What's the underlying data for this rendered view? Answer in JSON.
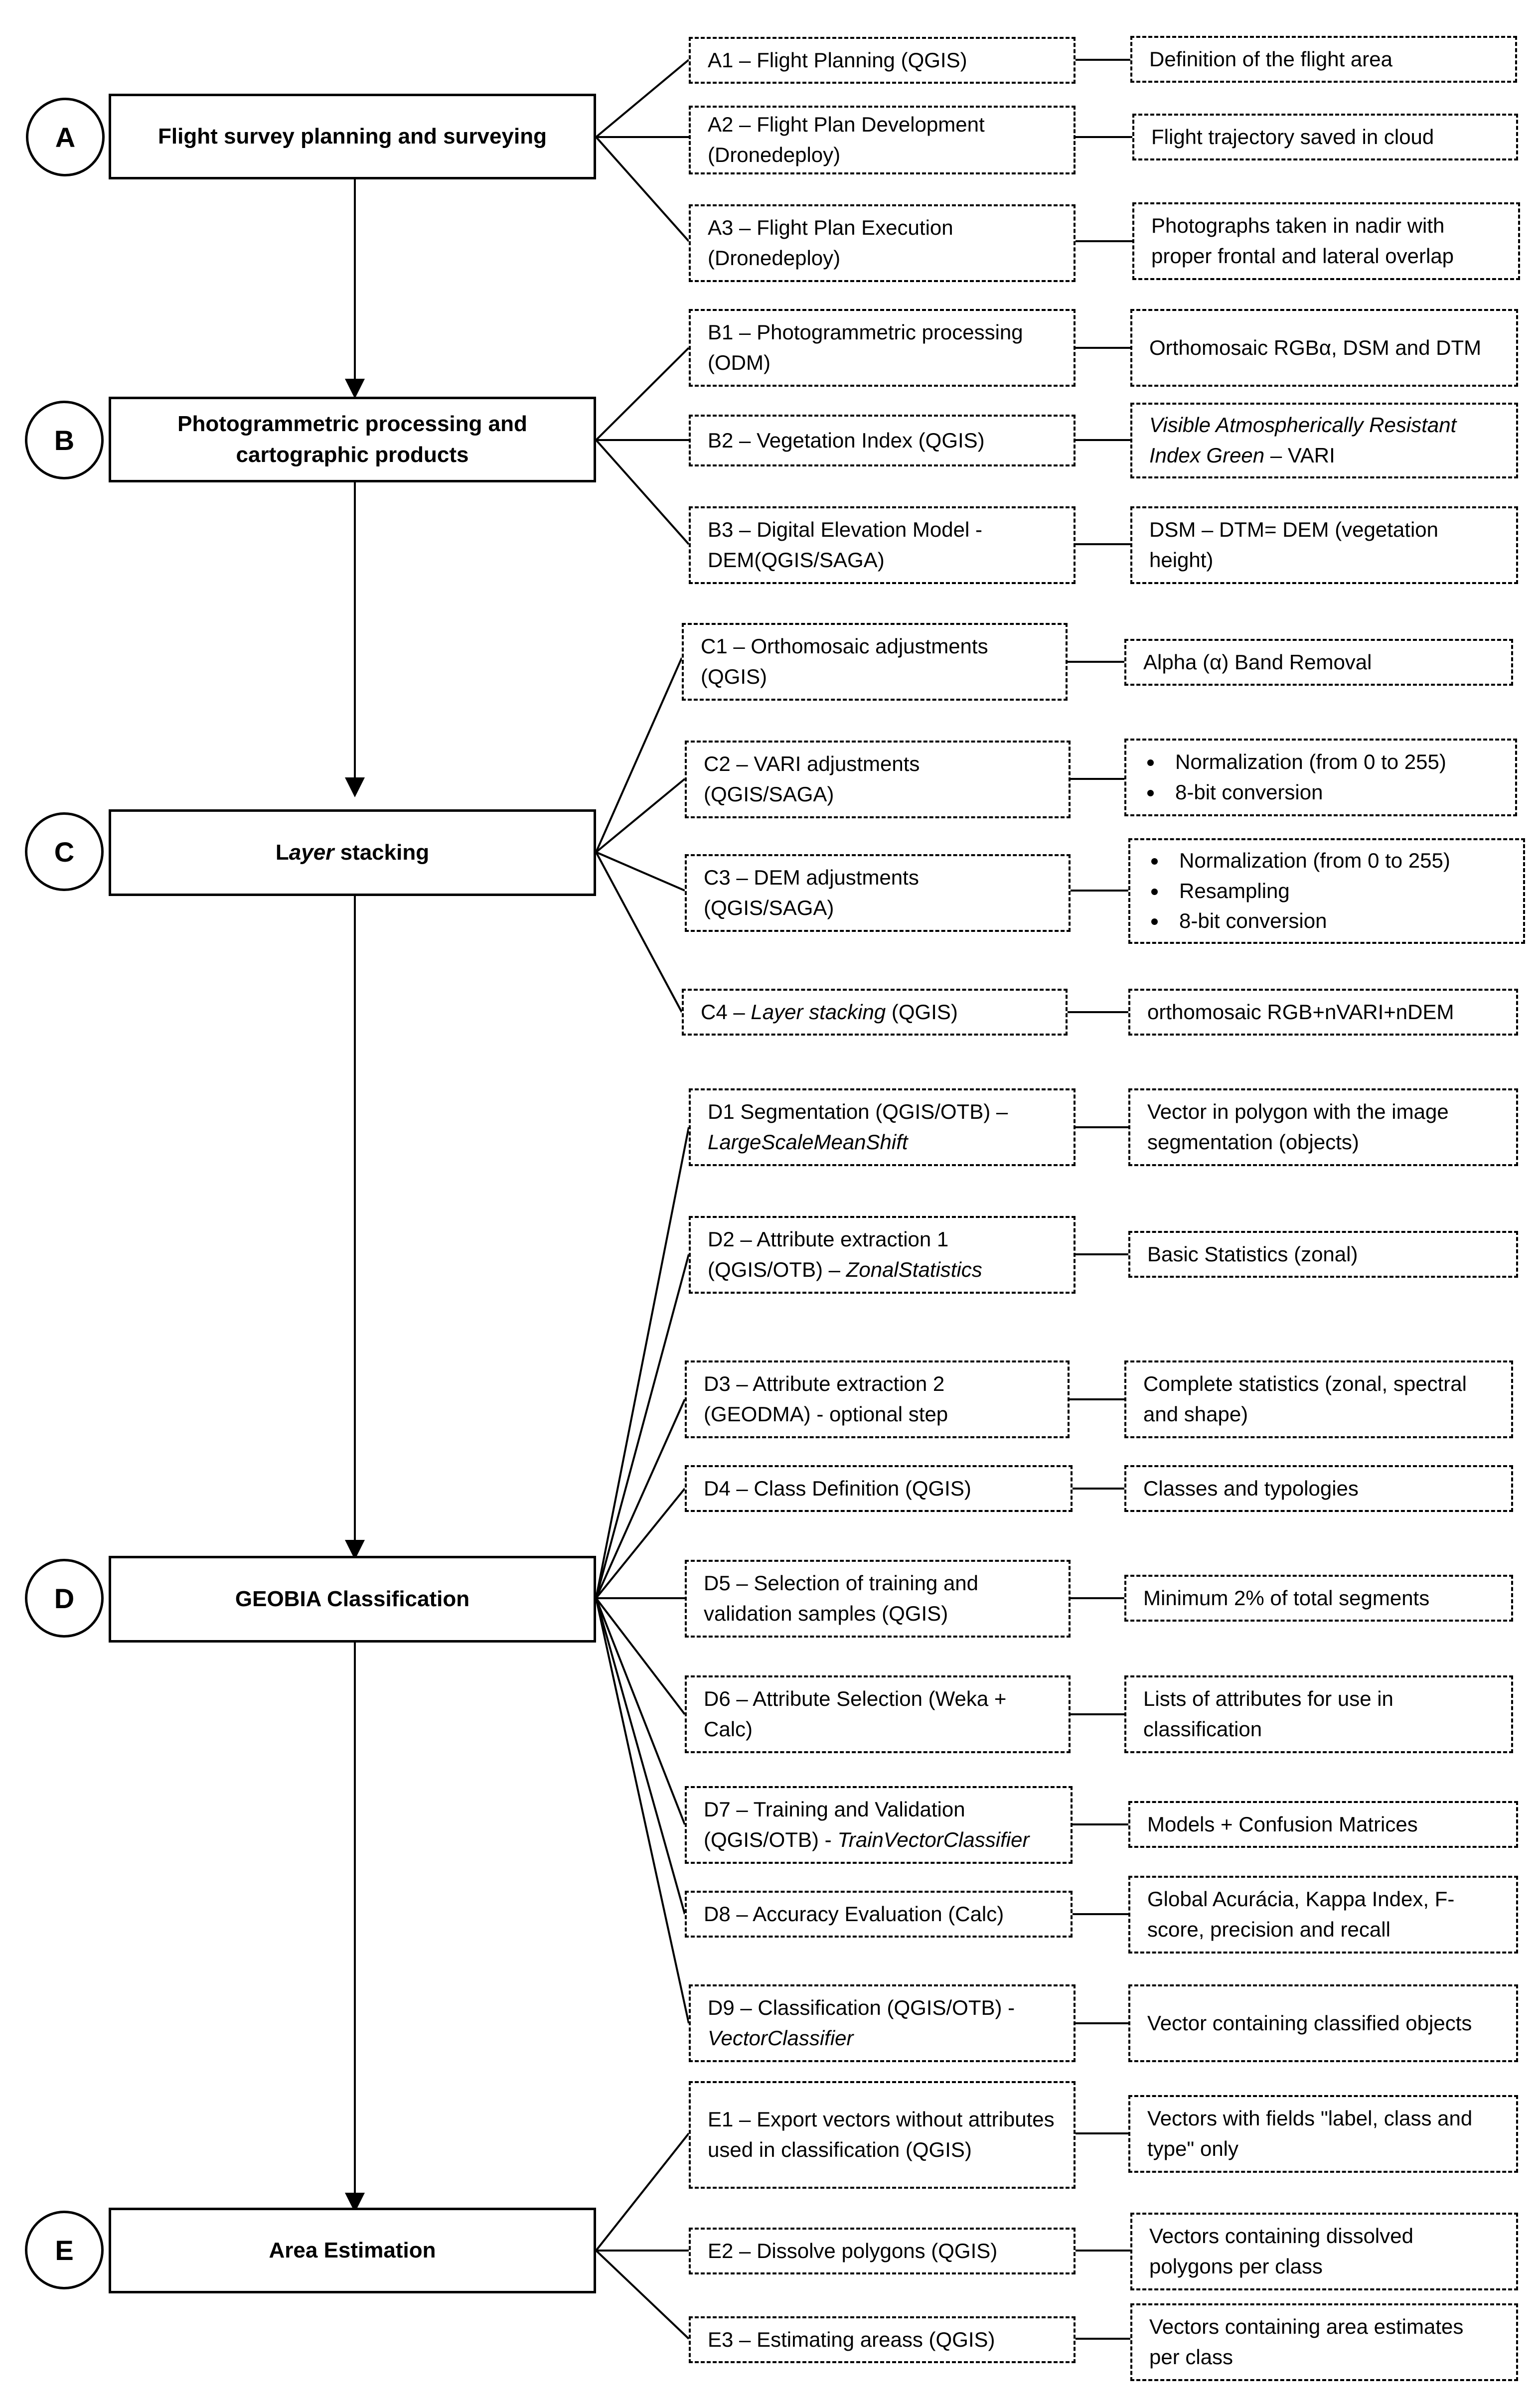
{
  "phases": [
    {
      "id": "A",
      "title": "Flight survey planning and surveying"
    },
    {
      "id": "B",
      "title": "Photogrammetric processing and cartographic products"
    },
    {
      "id": "C",
      "title_pre": "L",
      "title_italic": "ayer",
      "title_post": " stacking"
    },
    {
      "id": "D",
      "title": "GEOBIA Classification"
    },
    {
      "id": "E",
      "title": "Area Estimation"
    }
  ],
  "steps": {
    "A1": {
      "label": "A1 – Flight Planning (QGIS)",
      "output": "Definition of the flight area"
    },
    "A2": {
      "label": "A2 – Flight Plan Development (Dronedeploy)",
      "output": "Flight trajectory saved in cloud"
    },
    "A3": {
      "label": "A3 – Flight Plan Execution (Dronedeploy)",
      "output": "Photographs taken in nadir with proper frontal and lateral overlap"
    },
    "B1": {
      "label": "B1 – Photogrammetric processing (ODM)",
      "output": "Orthomosaic RGBα, DSM and DTM"
    },
    "B2": {
      "label": "B2 – Vegetation Index (QGIS)",
      "output_italic": "Visible Atmospherically Resistant Index Green",
      "output_post": " – VARI"
    },
    "B3": {
      "label": "B3 – Digital Elevation Model - DEM(QGIS/SAGA)",
      "output": "DSM – DTM= DEM (vegetation height)"
    },
    "C1": {
      "label": "C1 – Orthomosaic adjustments (QGIS)",
      "output": "Alpha (α) Band Removal"
    },
    "C2": {
      "label": "C2 – VARI adjustments (QGIS/SAGA)",
      "output_items": [
        "Normalization (from 0 to 255)",
        "8-bit conversion"
      ]
    },
    "C3": {
      "label": "C3 – DEM adjustments (QGIS/SAGA)",
      "output_items": [
        "Normalization (from 0 to 255)",
        "Resampling",
        "8-bit conversion"
      ]
    },
    "C4": {
      "label_pre": "C4 – ",
      "label_italic": "Layer stacking",
      "label_post": " (QGIS)",
      "output": "orthomosaic RGB+nVARI+nDEM"
    },
    "D1": {
      "label_pre": "D1 Segmentation (QGIS/OTB) – ",
      "label_italic": "LargeScaleMeanShift",
      "output": "Vector in polygon with the image segmentation (objects)"
    },
    "D2": {
      "label_pre": "D2 – Attribute extraction 1 (QGIS/OTB) – ",
      "label_italic": "ZonalStatistics",
      "output": "Basic Statistics (zonal)"
    },
    "D3": {
      "label": "D3 – Attribute extraction 2 (GEODMA) - optional step",
      "output": "Complete statistics (zonal, spectral and shape)"
    },
    "D4": {
      "label": "D4 – Class Definition (QGIS)",
      "output": "Classes and typologies"
    },
    "D5": {
      "label": "D5 – Selection of training and validation samples (QGIS)",
      "output": "Minimum 2% of total segments"
    },
    "D6": {
      "label": "D6 – Attribute Selection (Weka + Calc)",
      "output": "Lists of attributes for use in classification"
    },
    "D7": {
      "label_pre": "D7 –  Training and Validation (QGIS/OTB) - ",
      "label_italic": "TrainVectorClassifier",
      "output": "Models + Confusion Matrices"
    },
    "D8": {
      "label": "D8 – Accuracy Evaluation (Calc)",
      "output": "Global Acurácia, Kappa Index, F-score, precision and recall"
    },
    "D9": {
      "label_pre": "D9 – Classification (QGIS/OTB) - ",
      "label_italic": "VectorClassifier",
      "output": "Vector containing classified objects"
    },
    "E1": {
      "label": "E1 – Export vectors without attributes used in classification (QGIS)",
      "output": "Vectors with fields \"label, class and type\" only"
    },
    "E2": {
      "label": "E2 – Dissolve polygons (QGIS)",
      "output": "Vectors containing dissolved polygons per class"
    },
    "E3": {
      "label": "E3 – Estimating areass (QGIS)",
      "output": "Vectors containing area estimates per class"
    }
  }
}
